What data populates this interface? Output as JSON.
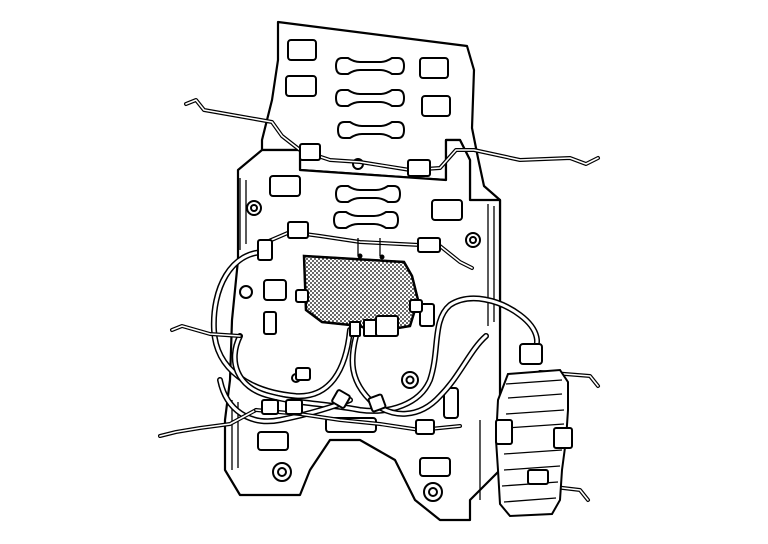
{
  "diagram": {
    "components": [
      {
        "id": "seat-back-frame",
        "icon": "frame-panel-icon"
      },
      {
        "id": "control-module",
        "icon": "module-box-icon"
      },
      {
        "id": "lumbar-pump-motor",
        "icon": "motor-cylinder-icon"
      },
      {
        "id": "wiring-harness",
        "icon": "harness-icon"
      },
      {
        "id": "harness-connectors",
        "icon": "connector-icon"
      }
    ],
    "colors": {
      "line": "#000000",
      "background": "#ffffff"
    }
  }
}
